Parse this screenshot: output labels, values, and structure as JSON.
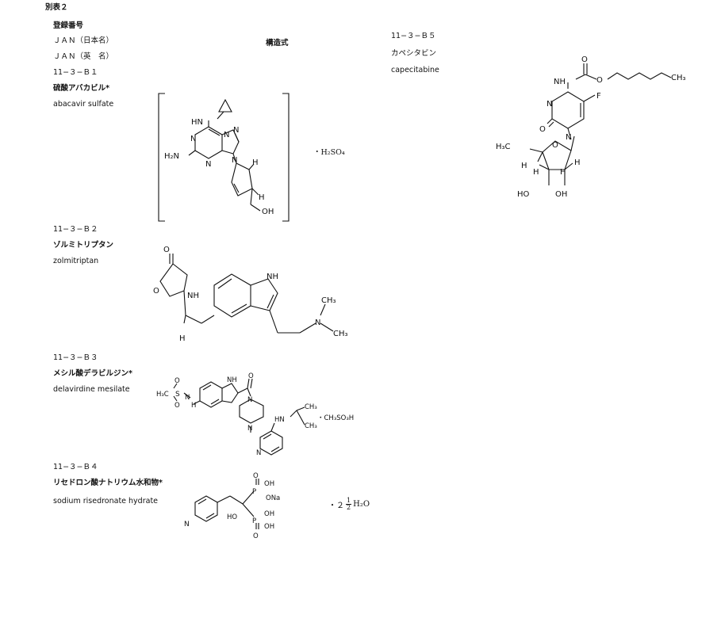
{
  "header": {
    "title": "別表２",
    "label_registration": "登録番号",
    "label_jan_jp": "ＪＡＮ（日本名）",
    "label_jan_en": "ＪＡＮ（英　名）",
    "label_structure": "構造式"
  },
  "entries": [
    {
      "code": "11−３−Ｂ１",
      "jp": "硫酸アバカビル*",
      "en": "abacavir sulfate",
      "salt": "・H₂SO₄"
    },
    {
      "code": "11−３−Ｂ２",
      "jp": "ゾルミトリプタン",
      "en": "zolmitriptan"
    },
    {
      "code": "11−３−Ｂ３",
      "jp": "メシル酸デラビルジン*",
      "en": "delavirdine mesilate",
      "salt": "・CH₃SO₃H"
    },
    {
      "code": "11−３−Ｂ４",
      "jp": "リセドロン酸ナトリウム水和物*",
      "en": "sodium risedronate hydrate",
      "salt_prefix": "・２",
      "salt_num": "1",
      "salt_den": "2",
      "salt_suffix": "H₂O"
    },
    {
      "code": "11−３−Ｂ５",
      "jp": "カペシタビン",
      "en": "capecitabine"
    }
  ],
  "atoms": {
    "N": "N",
    "NH": "NH",
    "HN": "HN",
    "H": "H",
    "O": "O",
    "F": "F",
    "H2N": "H₂N",
    "OH": "OH",
    "HO": "HO",
    "CH3": "CH₃",
    "H3C": "H₃C",
    "CH3_alt": "CH₃",
    "ONa": "ONa",
    "P": "P"
  }
}
